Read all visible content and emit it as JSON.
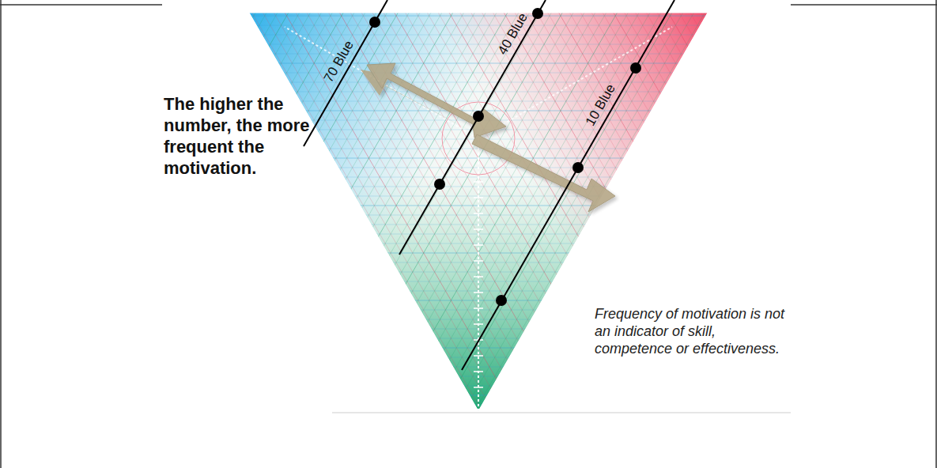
{
  "diagram": {
    "labels": [
      "70 Blue",
      "40 Blue",
      "10 Blue",
      "The higher the number, the more frequent the motivation.",
      "Frequency of motivation is not an indicator of skill, competence or effectiveness."
    ]
  }
}
